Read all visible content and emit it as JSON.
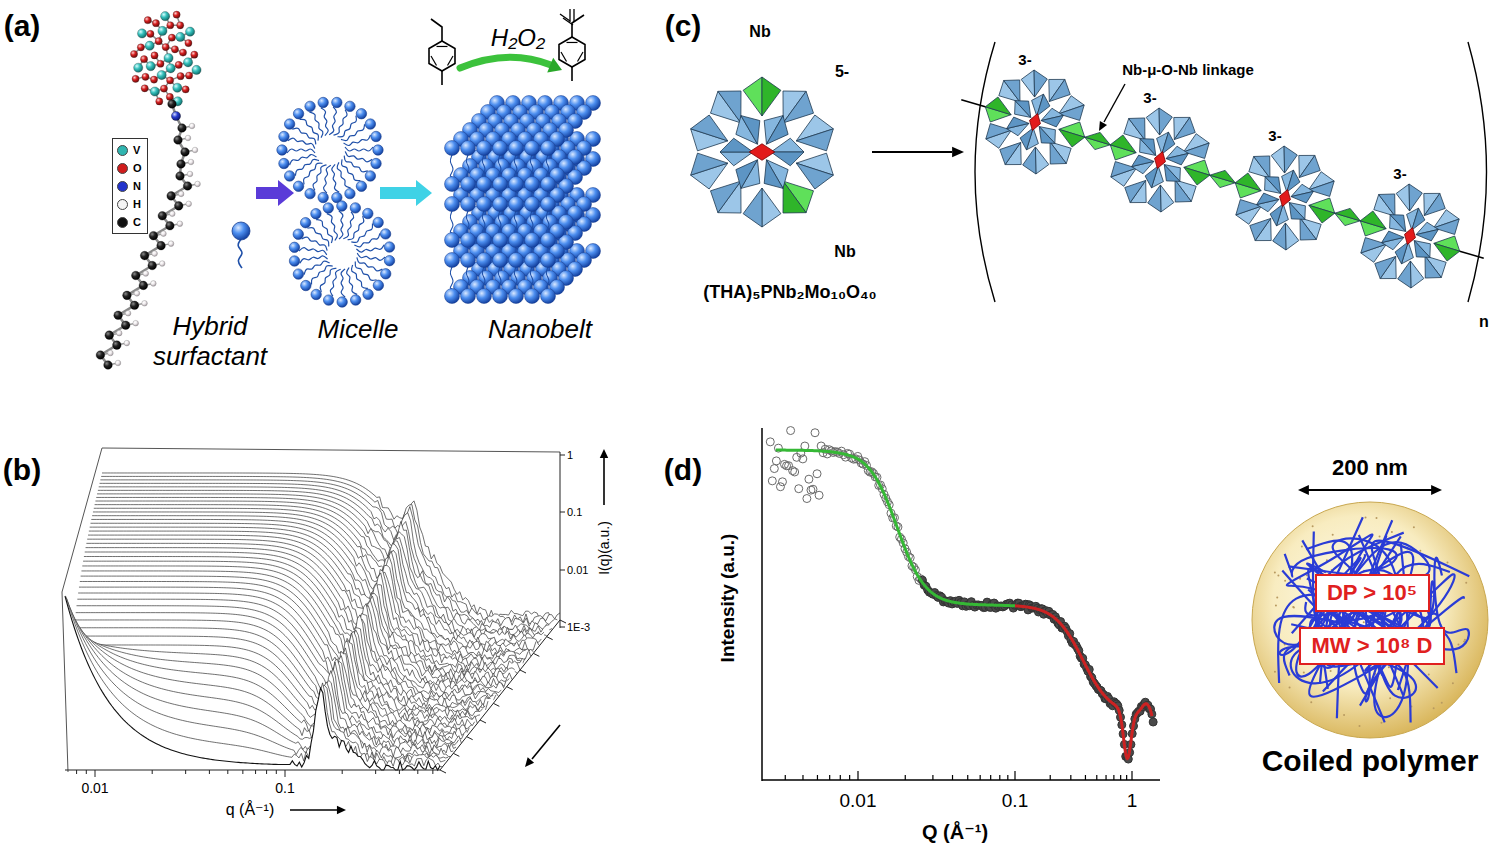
{
  "diagram": {
    "nodes": [
      {
        "text": [
          "Coiled polymer"
        ]
      },
      {
        "text": [
          "DP > 10⁵"
        ],
        "in": 0
      },
      {
        "text": [
          "MW > 10⁸ D"
        ],
        "in": 0
      }
    ],
    "labels": [
      "(a)",
      "H₂O₂",
      "Hybrid surfactant",
      "Micelle",
      "Nanobelt",
      "(c)",
      "Nb",
      "5-",
      "Nb",
      "(THA)₅PNb₂Mo₁₀O₄₀",
      "Nb-μ-O-Nb linkage",
      "3-",
      "3-",
      "3-",
      "3-",
      "n",
      "(b)",
      "1",
      "0.1",
      "0.01",
      "1E-3",
      "I(q)(a.u.)",
      "0.01",
      "0.1",
      "q (Å⁻¹)",
      "(d)",
      "Intensity (a.u.)",
      "0.01",
      "0.1",
      "1",
      "Q (Å⁻¹)",
      "200 nm"
    ],
    "legend": [
      {
        "text": "V",
        "color": "#2fb5b0"
      },
      {
        "text": "O",
        "color": "#d01c1c"
      },
      {
        "text": "N",
        "color": "#2233cc"
      },
      {
        "text": "H",
        "color": "#f4f4f4"
      },
      {
        "text": "C",
        "color": "#111111"
      }
    ]
  }
}
